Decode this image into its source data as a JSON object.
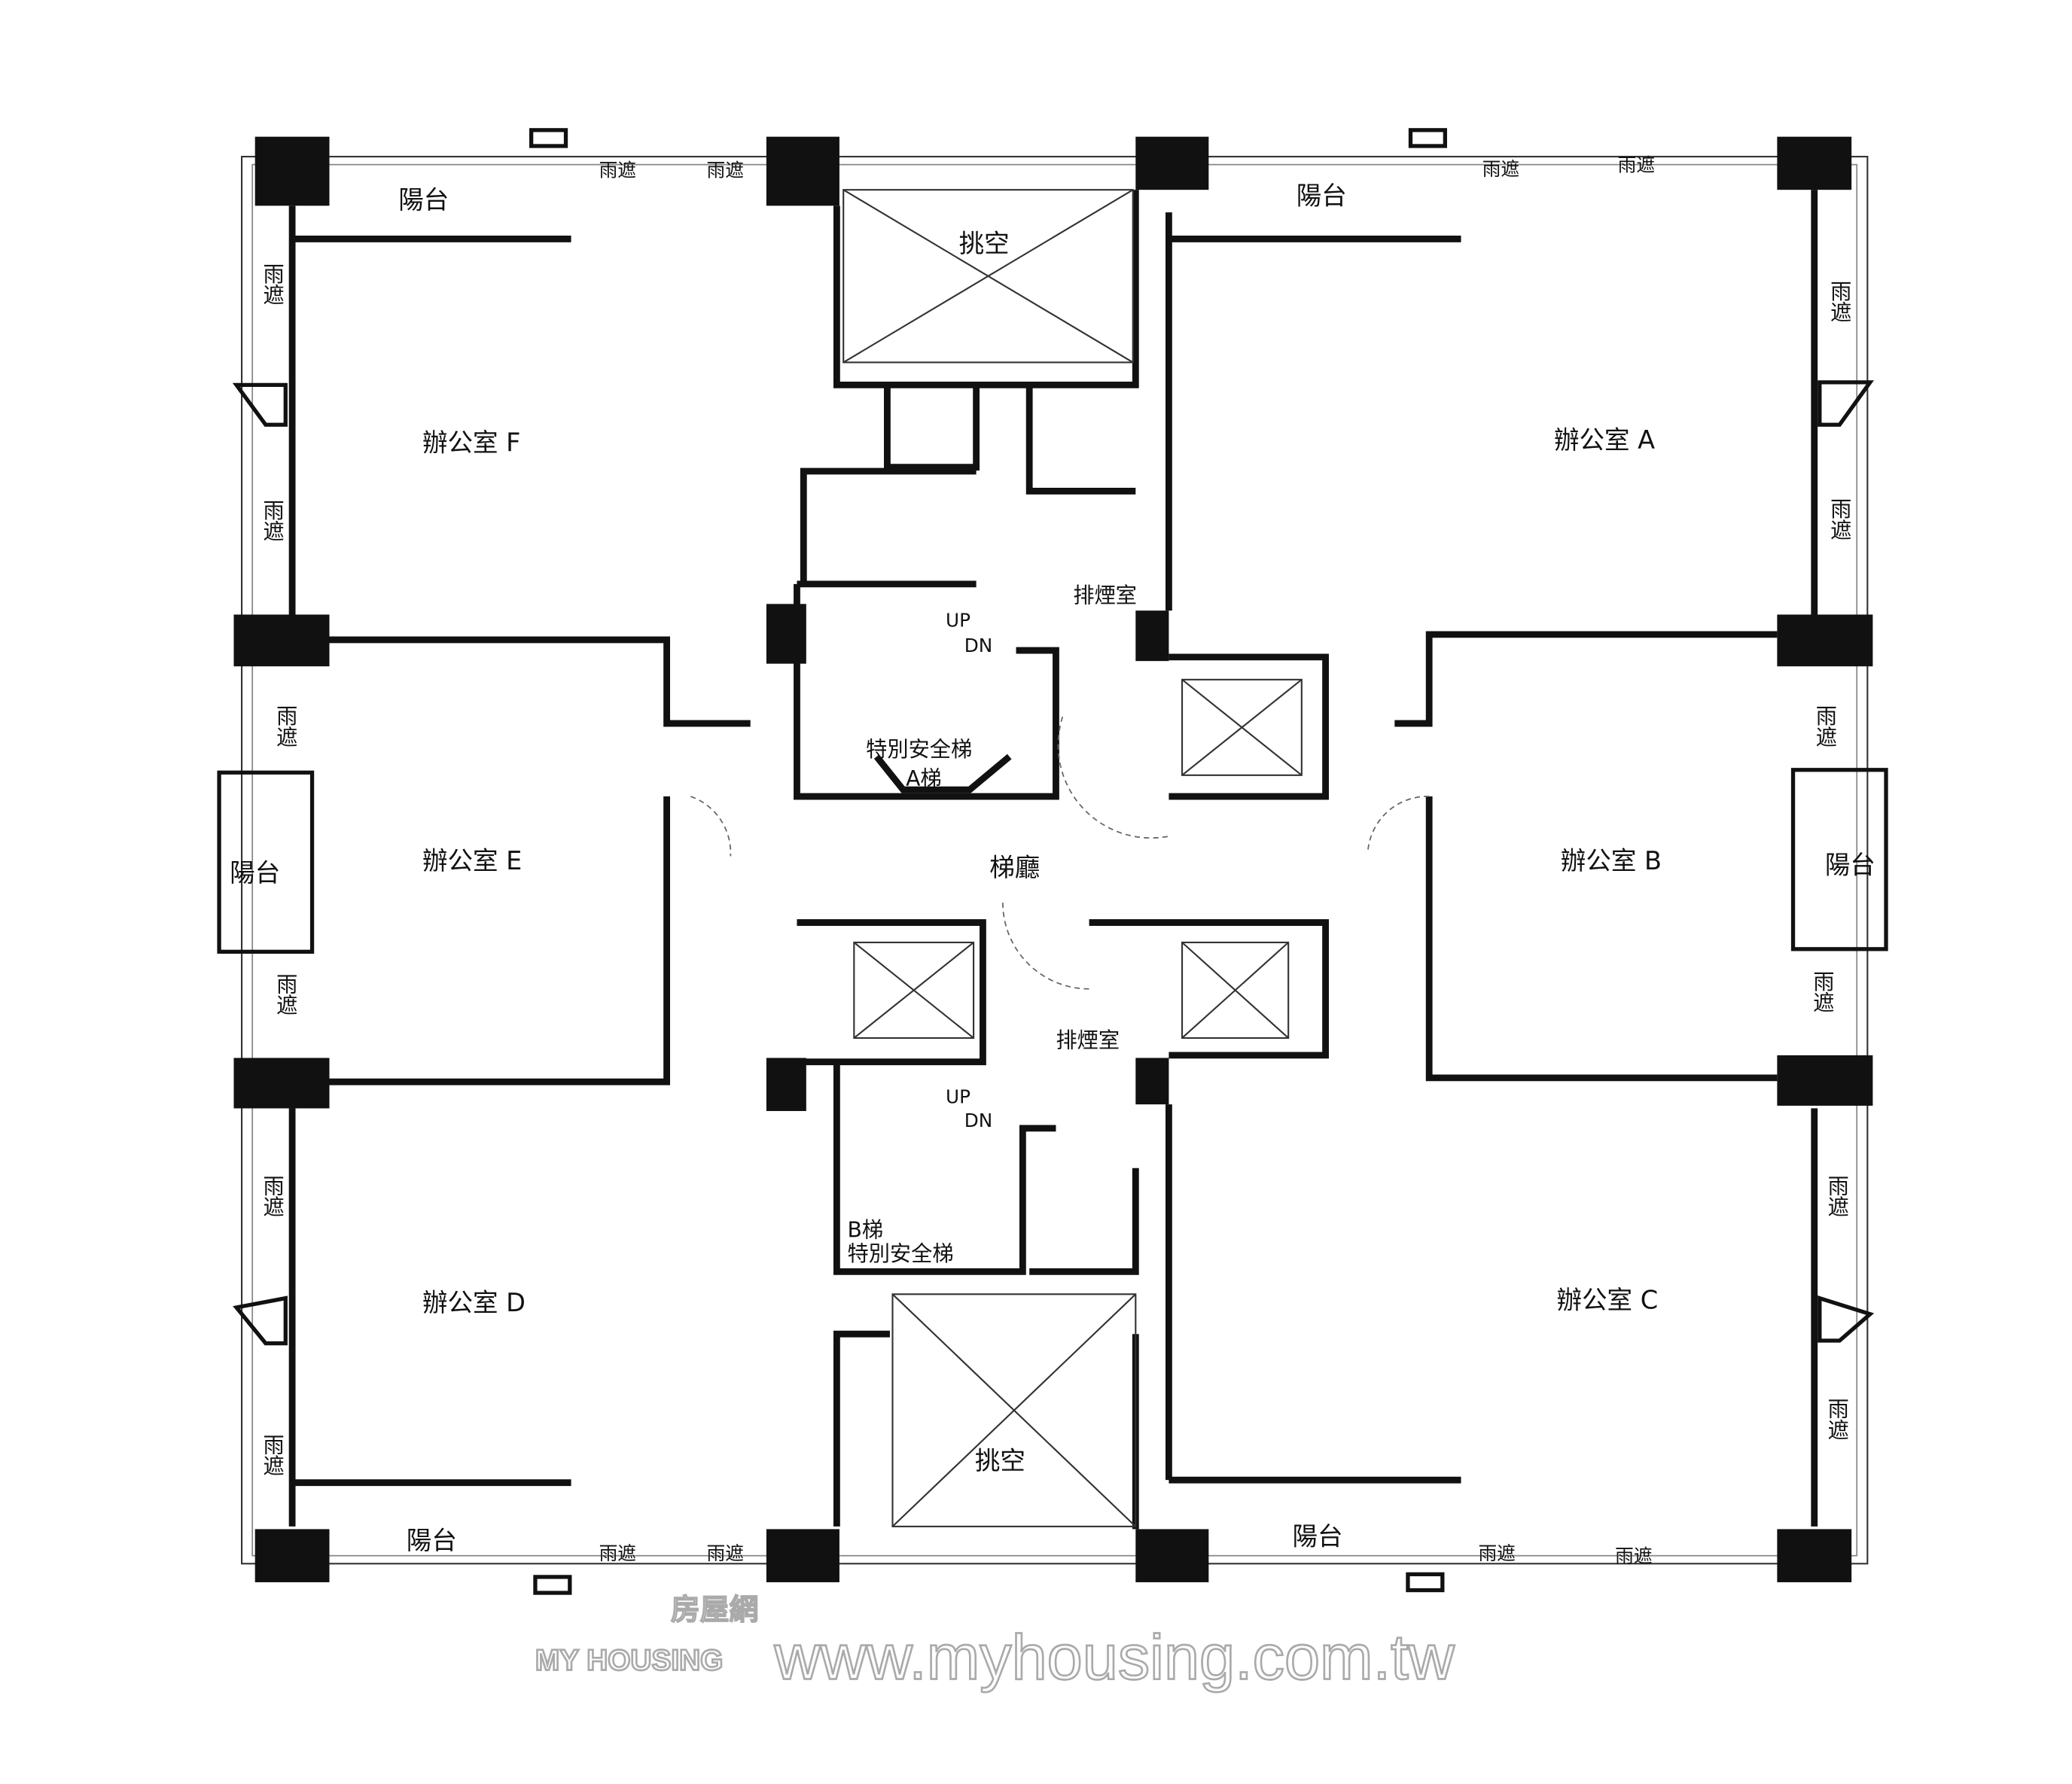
{
  "offices": {
    "a": "辦公室 A",
    "b": "辦公室 B",
    "c": "辦公室 C",
    "d": "辦公室 D",
    "e": "辦公室 E",
    "f": "辦公室 F"
  },
  "balcony": "陽台",
  "canopy": "雨遮",
  "void": "挑空",
  "smoke_room": "排煙室",
  "lobby": "梯廳",
  "stair_up": "UP",
  "stair_down": "DN",
  "special_stair": "特別安全梯",
  "stair_a": "A梯",
  "stair_b": "B梯",
  "watermark": {
    "brand_cn": "房屋網",
    "brand_en": "MY HOUSING",
    "url": "www.myhousing.com.tw"
  }
}
